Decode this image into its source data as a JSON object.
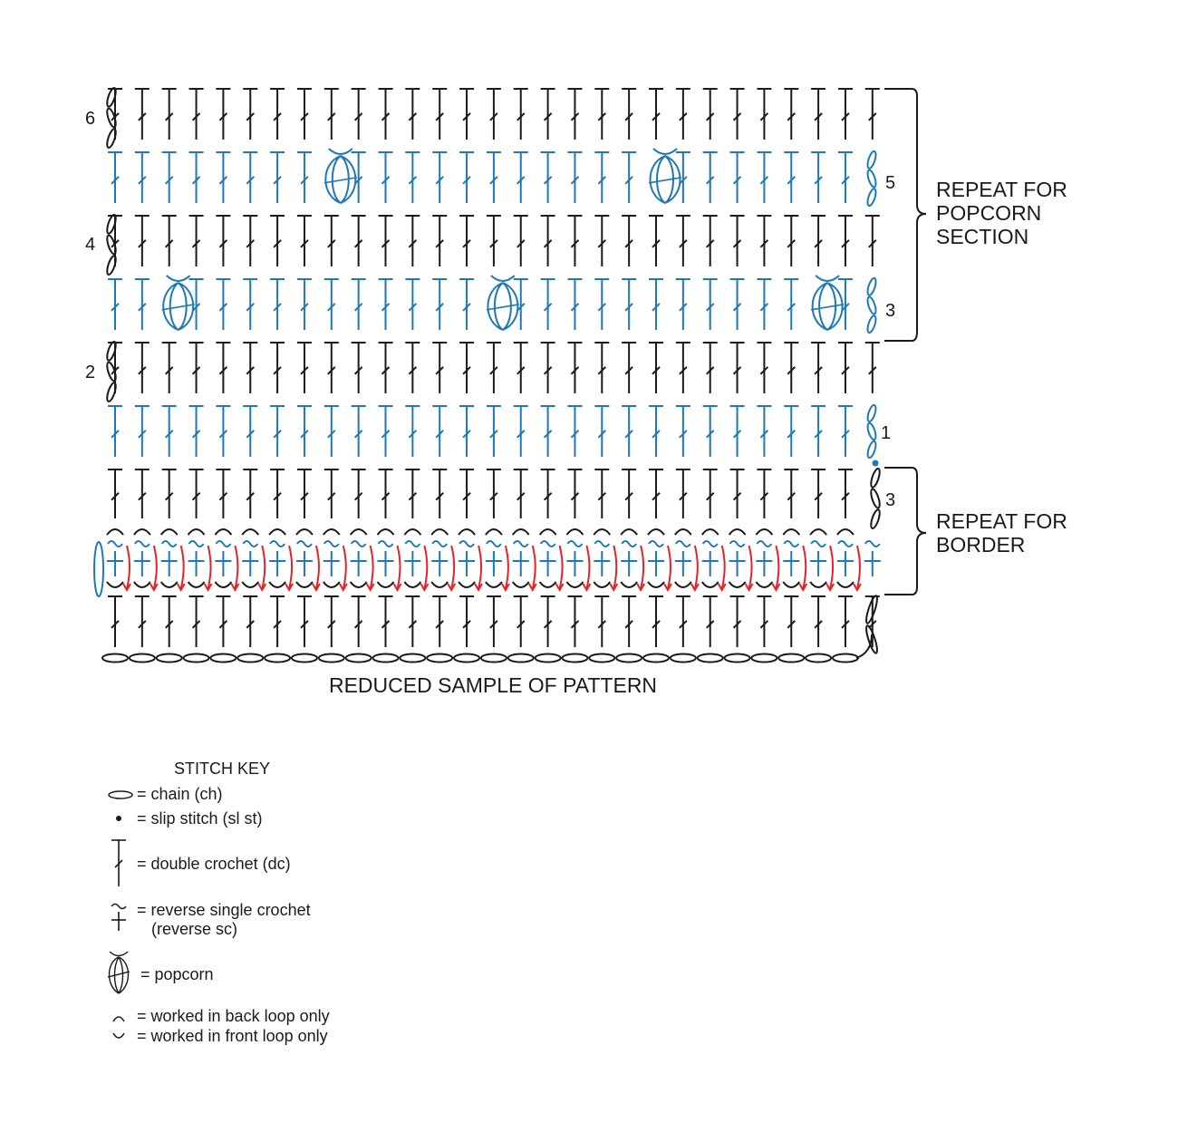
{
  "colors": {
    "black": "#1a1a1a",
    "blue": "#1f78b4",
    "red": "#e0242c"
  },
  "chart": {
    "row_labels_left": [
      "6",
      "4",
      "2"
    ],
    "row_labels_right": [
      "5",
      "3",
      "1",
      "3"
    ],
    "bracket_popcorn_lines": [
      "REPEAT FOR",
      "POPCORN",
      "SECTION"
    ],
    "bracket_border_lines": [
      "REPEAT FOR",
      "BORDER"
    ],
    "caption": "REDUCED SAMPLE OF PATTERN"
  },
  "key": {
    "title": "STITCH KEY",
    "items": [
      {
        "symbol": "chain-icon",
        "text": "= chain (ch)"
      },
      {
        "symbol": "slip-stitch-icon",
        "text": "= slip stitch (sl st)"
      },
      {
        "symbol": "double-crochet-icon",
        "text": "= double crochet (dc)"
      },
      {
        "symbol": "reverse-sc-icon",
        "text": "= reverse single crochet",
        "text2": "(reverse sc)"
      },
      {
        "symbol": "popcorn-icon",
        "text": "= popcorn"
      },
      {
        "symbol": "back-loop-icon",
        "text": "= worked in back loop only"
      },
      {
        "symbol": "front-loop-icon",
        "text": "= worked in front loop only"
      }
    ]
  }
}
